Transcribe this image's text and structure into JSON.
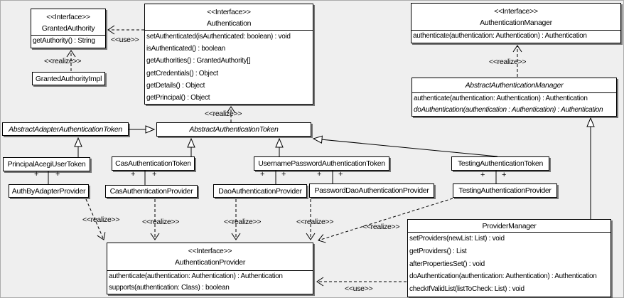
{
  "diagram": {
    "background_color": "#efefef",
    "box_fill": "#ffffff",
    "line_color": "#000000"
  },
  "classes": {
    "granted_authority": {
      "stereotype": "<<Interface>>",
      "name": "GrantedAuthority",
      "methods": [
        "getAuthority() : String"
      ]
    },
    "granted_authority_impl": {
      "name": "GrantedAuthorityImpl"
    },
    "authentication": {
      "stereotype": "<<Interface>>",
      "name": "Authentication",
      "methods": [
        "setAuthenticated(isAuthenticated: boolean) : void",
        "isAuthenticated() : boolean",
        "getAuthorities() : GrantedAuthority[]",
        "getCredentials() : Object",
        "getDetails() : Object",
        "getPrincipal() : Object"
      ]
    },
    "authentication_manager": {
      "stereotype": "<<Interface>>",
      "name": "AuthenticationManager",
      "methods": [
        "authenticate(authentication: Authentication) : Authentication"
      ]
    },
    "abstract_authentication_manager": {
      "name": "AbstractAuthenticationManager",
      "abstract": true,
      "methods": [
        "authenticate(authentication: Authentication) : Authentication",
        "doAuthentication(authentication : Authentication) : Authentication"
      ]
    },
    "abstract_adapter_authentication_token": {
      "name": "AbstractAdapterAuthenticationToken",
      "abstract": true
    },
    "abstract_authentication_token": {
      "name": "AbstractAuthenticationToken",
      "abstract": true
    },
    "principal_acegi_user_token": {
      "name": "PrincipalAcegiUserToken"
    },
    "cas_authentication_token": {
      "name": "CasAuthenticationToken"
    },
    "username_password_authentication_token": {
      "name": "UsernamePasswordAuthenticationToken"
    },
    "testing_authentication_token": {
      "name": "TestingAuthenticationToken"
    },
    "auth_by_adapter_provider": {
      "name": "AuthByAdapterProvider"
    },
    "cas_authentication_provider": {
      "name": "CasAuthenticationProvider"
    },
    "dao_authentication_provider": {
      "name": "DaoAuthenticationProvider"
    },
    "password_dao_authentication_provider": {
      "name": "PasswordDaoAuthenticationProvider"
    },
    "testing_authentication_provider": {
      "name": "TestingAuthenticationProvider"
    },
    "authentication_provider": {
      "stereotype": "<<Interface>>",
      "name": "AuthenticationProvider",
      "methods": [
        "authenticate(authentication: Authentication) : Authentication",
        "supports(authentication: Class) : boolean"
      ]
    },
    "provider_manager": {
      "name": "ProviderManager",
      "methods": [
        "setProviders(newList: List) : void",
        "getProviders() : List",
        "afterPropertiesSet() : void",
        "doAuthentication(authentication: Authentication) : Authentication",
        "checkIfValidList(listToCheck: List) : void"
      ]
    }
  },
  "labels": {
    "use": "<<use>>",
    "realize": "<<realize>>",
    "plus": "+"
  }
}
